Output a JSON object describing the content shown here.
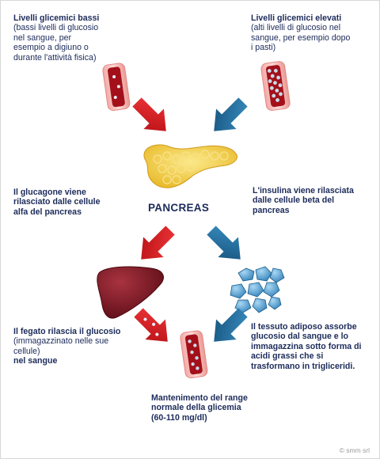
{
  "low_glucose": {
    "title": "Livelli glicemici bassi",
    "detail": "(bassi livelli di glucosio nel sangue, per esempio a digiuno o durante l'attività fisica)"
  },
  "high_glucose": {
    "title": "Livelli glicemici elevati",
    "detail": "(alti livelli di glucosio nel sangue, per esempio dopo i pasti)"
  },
  "pancreas": {
    "label": "PANCREAS"
  },
  "glucagon_text": "Il glucagone viene rilasciato dalle cellule alfa del pancreas",
  "insulin_text": "L'insulina viene rilasciata dalle cellule beta del pancreas",
  "liver_text": {
    "bold_a": "Il fegato rilascia il glucosio",
    "normal": "(immagazzinato nelle sue cellule)",
    "bold_b": "nel sangue"
  },
  "adipose_text": "Il tessuto adiposo assorbe glucosio dal sangue e lo immagazzina sotto forma di acidi grassi che si trasformano in trigliceridi.",
  "normal_range": {
    "text": "Mantenimento del range normale della glicemia",
    "values": "(60-110 mg/dl)"
  },
  "copyright": "© smm srl",
  "colors": {
    "text": "#1c2b5a",
    "glucagon_arrow": "#d3141a",
    "insulin_arrow": "#1e6e9e",
    "vessel": "#9e0f14",
    "pancreas": "#f2cc3a",
    "liver": "#7a1520",
    "fat_cells": "#5aa6d6"
  }
}
